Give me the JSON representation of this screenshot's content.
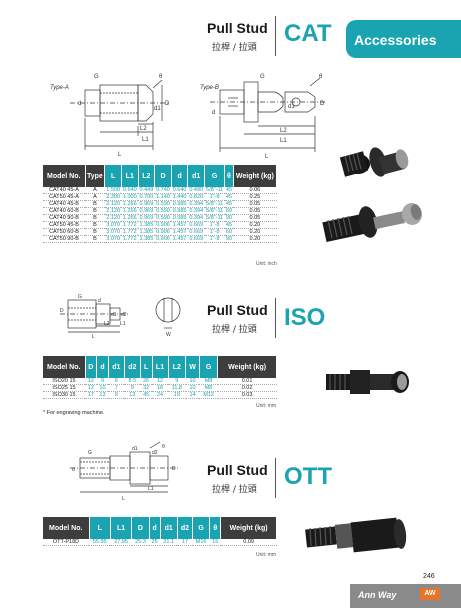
{
  "header": {
    "title": "Pull Stud",
    "subtitle": "拉桿 / 拉頭",
    "category": "CAT",
    "tab_label": "Accessories"
  },
  "colors": {
    "accent": "#1aa3b0",
    "header_dark": "#3d3d3d",
    "footer": "#8a8a8a",
    "logo": "#e8742a"
  },
  "cat": {
    "diagram_labels": {
      "type_a": "Type-A",
      "type_b": "Type-B",
      "G": "G",
      "theta": "θ",
      "D": "D",
      "d": "d",
      "d1": "d1",
      "L": "L",
      "L1": "L1",
      "L2": "L2"
    },
    "headers": [
      "Model No.",
      "Type",
      "L",
      "L1",
      "L2",
      "D",
      "d",
      "d1",
      "G",
      "θ",
      "Weight (kg)"
    ],
    "rows": [
      [
        "CAT40 45-A",
        "A",
        "1.500",
        "0.640",
        "0.449",
        "0.740",
        "0.640",
        "0.490",
        "5/8\"-11",
        "45",
        "0.06"
      ],
      [
        "CAT50 45-A",
        "A",
        "2.300",
        "1.000",
        "0.700",
        "1.140",
        "1.440",
        "0.820",
        "1\"-8",
        "45",
        "0.25"
      ],
      [
        "CAT40 45-B",
        "B",
        "2.120",
        "1.266",
        "0.969",
        "0.590",
        "0.985",
        "0.394",
        "5/8\"-11",
        "45",
        "0.05"
      ],
      [
        "CAT40 60-B",
        "B",
        "2.120",
        "1.266",
        "0.969",
        "0.590",
        "0.985",
        "0.394",
        "5/8\"-11",
        "60",
        "0.05"
      ],
      [
        "CAT40 90-B",
        "B",
        "2.120",
        "1.266",
        "0.969",
        "0.590",
        "0.985",
        "0.394",
        "5/8\"-11",
        "90",
        "0.05"
      ],
      [
        "CAT50 45-B",
        "B",
        "3.070",
        "1.772",
        "1.385",
        "0.906",
        "1.457",
        "0.669",
        "1\"-8",
        "45",
        "0.20"
      ],
      [
        "CAT50 60-B",
        "B",
        "3.070",
        "1.772",
        "1.385",
        "0.906",
        "1.457",
        "0.669",
        "1\"-8",
        "60",
        "0.20"
      ],
      [
        "CAT50 90-B",
        "B",
        "3.070",
        "1.772",
        "1.385",
        "0.906",
        "1.457",
        "0.669",
        "1\"-8",
        "90",
        "0.20"
      ]
    ],
    "unit": "Unit: inch"
  },
  "iso": {
    "title": "Pull Stud",
    "subtitle": "拉桿 / 拉頭",
    "category": "ISO",
    "diagram_labels": {
      "D": "D",
      "d": "d",
      "d1": "d1",
      "d2": "d2",
      "L": "L",
      "L1": "L1",
      "L2": "L2",
      "G": "G",
      "W": "W"
    },
    "headers": [
      "Model No.",
      "D",
      "d",
      "d1",
      "d2",
      "L",
      "L1",
      "L2",
      "W",
      "G",
      "Weight (kg)"
    ],
    "rows": [
      [
        "ISO20 15",
        "12",
        "9",
        "6",
        "8.5",
        "26",
        "12",
        "9",
        "10",
        "M8",
        "0.01"
      ],
      [
        "ISO25 15",
        "12",
        "10",
        "7",
        "9",
        "32",
        "18",
        "11.8",
        "10",
        "M8",
        "0.02"
      ],
      [
        "ISO30 15",
        "17",
        "13",
        "9",
        "13",
        "45",
        "24",
        "19",
        "14",
        "M12",
        "0.03"
      ]
    ],
    "unit": "Unit: mm",
    "note": "* For engraving machine."
  },
  "ott": {
    "title": "Pull Stud",
    "subtitle": "拉桿 / 拉頭",
    "category": "OTT",
    "diagram_labels": {
      "theta": "θ",
      "G": "G",
      "D": "D",
      "d": "d",
      "d1": "d1",
      "d2": "d2",
      "L": "L",
      "L1": "L1"
    },
    "headers": [
      "Model No.",
      "L",
      "L1",
      "D",
      "d",
      "d1",
      "d2",
      "G",
      "θ",
      "Weight (kg)"
    ],
    "rows": [
      [
        "OTT-P18D",
        "55.95",
        "27.95",
        "25.3",
        "25",
        "21.1",
        "17",
        "M16",
        "15",
        "0.09"
      ]
    ],
    "unit": "Unit: mm"
  },
  "footer": {
    "brand": "Ann Way",
    "logo": "AW",
    "page": "246"
  }
}
